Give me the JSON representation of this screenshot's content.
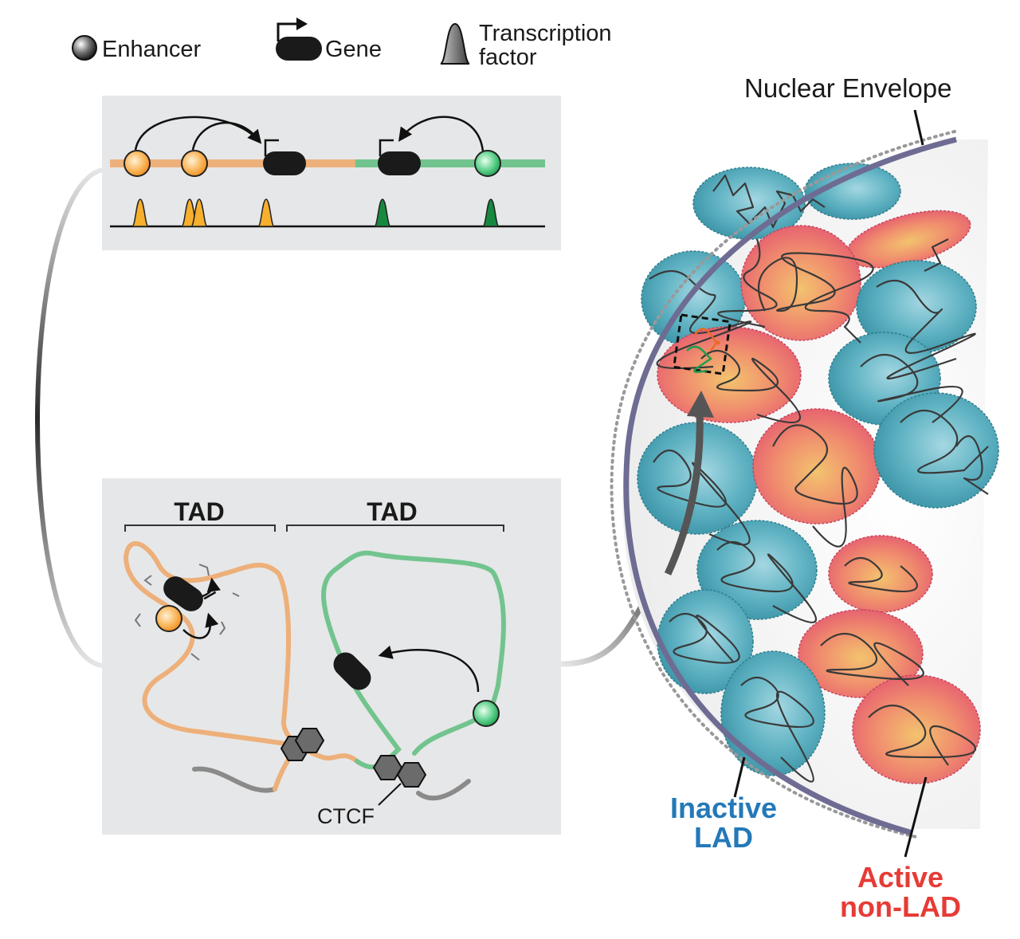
{
  "legend": {
    "enhancer": "Enhancer",
    "gene": "Gene",
    "tf_line1": "Transcription",
    "tf_line2": "factor"
  },
  "labels": {
    "nuclear_envelope": "Nuclear Envelope",
    "tad_left": "TAD",
    "tad_right": "TAD",
    "ctcf": "CTCF",
    "inactive_line1": "Inactive",
    "inactive_line2": "LAD",
    "active_line1": "Active",
    "active_line2": "non-LAD"
  },
  "colors": {
    "orange_chromatin": "#EDB07A",
    "green_chromatin": "#72C48E",
    "orange_peak": "#F7B02E",
    "green_peak": "#16893F",
    "panel_bg": "#E6E7E8",
    "inactive_lad": "#3F9AAE",
    "active_nonlad": "#E9556A",
    "envelope": "#6E6C93",
    "inactive_text": "#2479B8",
    "active_text": "#E63B36"
  }
}
